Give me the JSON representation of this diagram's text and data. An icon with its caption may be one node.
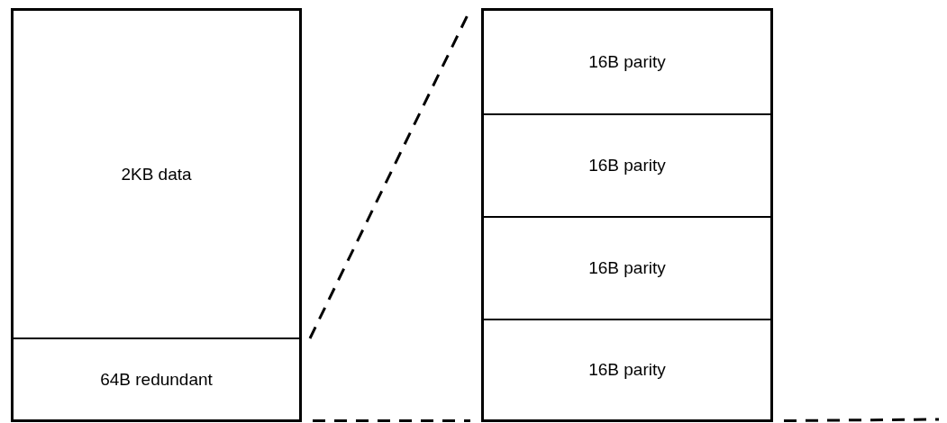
{
  "diagram": {
    "nodes": [
      {
        "text": [],
        "shape": "box"
      },
      {
        "text": [
          "2KB data"
        ],
        "in": 0
      },
      {
        "text": [
          "64B redundant"
        ],
        "in": 0
      },
      {
        "text": [],
        "shape": "box"
      },
      {
        "text": [
          "16B parity"
        ],
        "in": 3
      },
      {
        "text": [
          "16B parity"
        ],
        "in": 3
      },
      {
        "text": [
          "16B parity"
        ],
        "in": 3
      },
      {
        "text": [
          "16B parity"
        ],
        "in": 3
      }
    ],
    "edges": [
      {
        "from": 2,
        "to": 3,
        "arrow": "none",
        "style": "dashed"
      },
      {
        "from": 0,
        "to": 3,
        "arrow": "none",
        "style": "dashed"
      },
      {
        "from": 3,
        "to": null,
        "arrow": "none",
        "style": "dashed"
      }
    ]
  }
}
